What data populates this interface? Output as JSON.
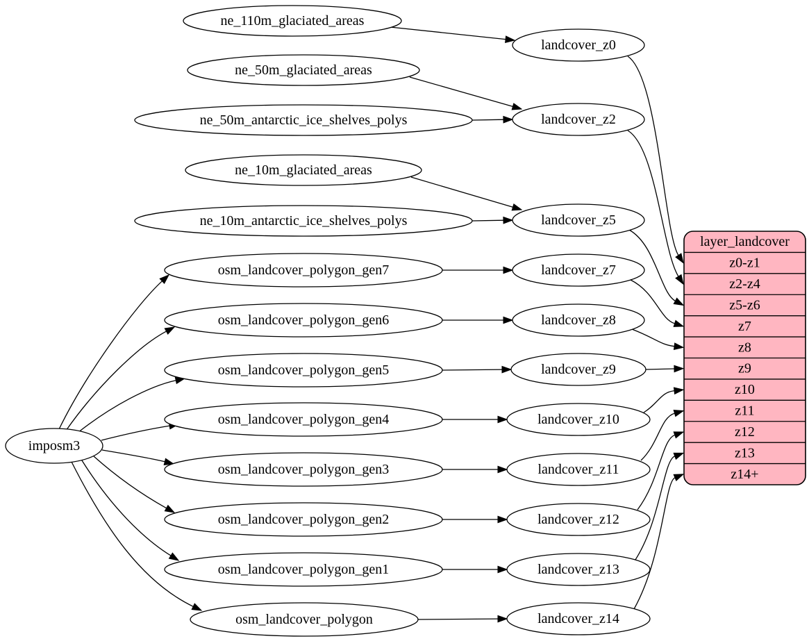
{
  "diagram_type": "graphviz-dependency-graph",
  "colors": {
    "background": "#ffffff",
    "node_fill": "#ffffff",
    "node_stroke": "#000000",
    "edge": "#000000",
    "table_fill": "#ffb6c1"
  },
  "nodes": [
    {
      "id": "imposm3",
      "label": "imposm3"
    },
    {
      "id": "ne_110m_glaciated_areas",
      "label": "ne_110m_glaciated_areas"
    },
    {
      "id": "ne_50m_glaciated_areas",
      "label": "ne_50m_glaciated_areas"
    },
    {
      "id": "ne_50m_antarctic_ice_shelves_polys",
      "label": "ne_50m_antarctic_ice_shelves_polys"
    },
    {
      "id": "ne_10m_glaciated_areas",
      "label": "ne_10m_glaciated_areas"
    },
    {
      "id": "ne_10m_antarctic_ice_shelves_polys",
      "label": "ne_10m_antarctic_ice_shelves_polys"
    },
    {
      "id": "osm_landcover_polygon_gen7",
      "label": "osm_landcover_polygon_gen7"
    },
    {
      "id": "osm_landcover_polygon_gen6",
      "label": "osm_landcover_polygon_gen6"
    },
    {
      "id": "osm_landcover_polygon_gen5",
      "label": "osm_landcover_polygon_gen5"
    },
    {
      "id": "osm_landcover_polygon_gen4",
      "label": "osm_landcover_polygon_gen4"
    },
    {
      "id": "osm_landcover_polygon_gen3",
      "label": "osm_landcover_polygon_gen3"
    },
    {
      "id": "osm_landcover_polygon_gen2",
      "label": "osm_landcover_polygon_gen2"
    },
    {
      "id": "osm_landcover_polygon_gen1",
      "label": "osm_landcover_polygon_gen1"
    },
    {
      "id": "osm_landcover_polygon",
      "label": "osm_landcover_polygon"
    },
    {
      "id": "landcover_z0",
      "label": "landcover_z0"
    },
    {
      "id": "landcover_z2",
      "label": "landcover_z2"
    },
    {
      "id": "landcover_z5",
      "label": "landcover_z5"
    },
    {
      "id": "landcover_z7",
      "label": "landcover_z7"
    },
    {
      "id": "landcover_z8",
      "label": "landcover_z8"
    },
    {
      "id": "landcover_z9",
      "label": "landcover_z9"
    },
    {
      "id": "landcover_z10",
      "label": "landcover_z10"
    },
    {
      "id": "landcover_z11",
      "label": "landcover_z11"
    },
    {
      "id": "landcover_z12",
      "label": "landcover_z12"
    },
    {
      "id": "landcover_z13",
      "label": "landcover_z13"
    },
    {
      "id": "landcover_z14",
      "label": "landcover_z14"
    }
  ],
  "table": {
    "id": "layer_landcover",
    "title": "layer_landcover",
    "rows": [
      "z0-z1",
      "z2-z4",
      "z5-z6",
      "z7",
      "z8",
      "z9",
      "z10",
      "z11",
      "z12",
      "z13",
      "z14+"
    ]
  },
  "edges": [
    {
      "from": "imposm3",
      "to": "osm_landcover_polygon_gen7"
    },
    {
      "from": "imposm3",
      "to": "osm_landcover_polygon_gen6"
    },
    {
      "from": "imposm3",
      "to": "osm_landcover_polygon_gen5"
    },
    {
      "from": "imposm3",
      "to": "osm_landcover_polygon_gen4"
    },
    {
      "from": "imposm3",
      "to": "osm_landcover_polygon_gen3"
    },
    {
      "from": "imposm3",
      "to": "osm_landcover_polygon_gen2"
    },
    {
      "from": "imposm3",
      "to": "osm_landcover_polygon_gen1"
    },
    {
      "from": "imposm3",
      "to": "osm_landcover_polygon"
    },
    {
      "from": "ne_110m_glaciated_areas",
      "to": "landcover_z0"
    },
    {
      "from": "ne_50m_glaciated_areas",
      "to": "landcover_z2"
    },
    {
      "from": "ne_50m_antarctic_ice_shelves_polys",
      "to": "landcover_z2"
    },
    {
      "from": "ne_10m_glaciated_areas",
      "to": "landcover_z5"
    },
    {
      "from": "ne_10m_antarctic_ice_shelves_polys",
      "to": "landcover_z5"
    },
    {
      "from": "osm_landcover_polygon_gen7",
      "to": "landcover_z7"
    },
    {
      "from": "osm_landcover_polygon_gen6",
      "to": "landcover_z8"
    },
    {
      "from": "osm_landcover_polygon_gen5",
      "to": "landcover_z9"
    },
    {
      "from": "osm_landcover_polygon_gen4",
      "to": "landcover_z10"
    },
    {
      "from": "osm_landcover_polygon_gen3",
      "to": "landcover_z11"
    },
    {
      "from": "osm_landcover_polygon_gen2",
      "to": "landcover_z12"
    },
    {
      "from": "osm_landcover_polygon_gen1",
      "to": "landcover_z13"
    },
    {
      "from": "osm_landcover_polygon",
      "to": "landcover_z14"
    },
    {
      "from": "landcover_z0",
      "to": "layer_landcover",
      "row": "z0-z1"
    },
    {
      "from": "landcover_z2",
      "to": "layer_landcover",
      "row": "z2-z4"
    },
    {
      "from": "landcover_z5",
      "to": "layer_landcover",
      "row": "z5-z6"
    },
    {
      "from": "landcover_z7",
      "to": "layer_landcover",
      "row": "z7"
    },
    {
      "from": "landcover_z8",
      "to": "layer_landcover",
      "row": "z8"
    },
    {
      "from": "landcover_z9",
      "to": "layer_landcover",
      "row": "z9"
    },
    {
      "from": "landcover_z10",
      "to": "layer_landcover",
      "row": "z10"
    },
    {
      "from": "landcover_z11",
      "to": "layer_landcover",
      "row": "z11"
    },
    {
      "from": "landcover_z12",
      "to": "layer_landcover",
      "row": "z12"
    },
    {
      "from": "landcover_z13",
      "to": "layer_landcover",
      "row": "z13"
    },
    {
      "from": "landcover_z14",
      "to": "layer_landcover",
      "row": "z14+"
    }
  ]
}
